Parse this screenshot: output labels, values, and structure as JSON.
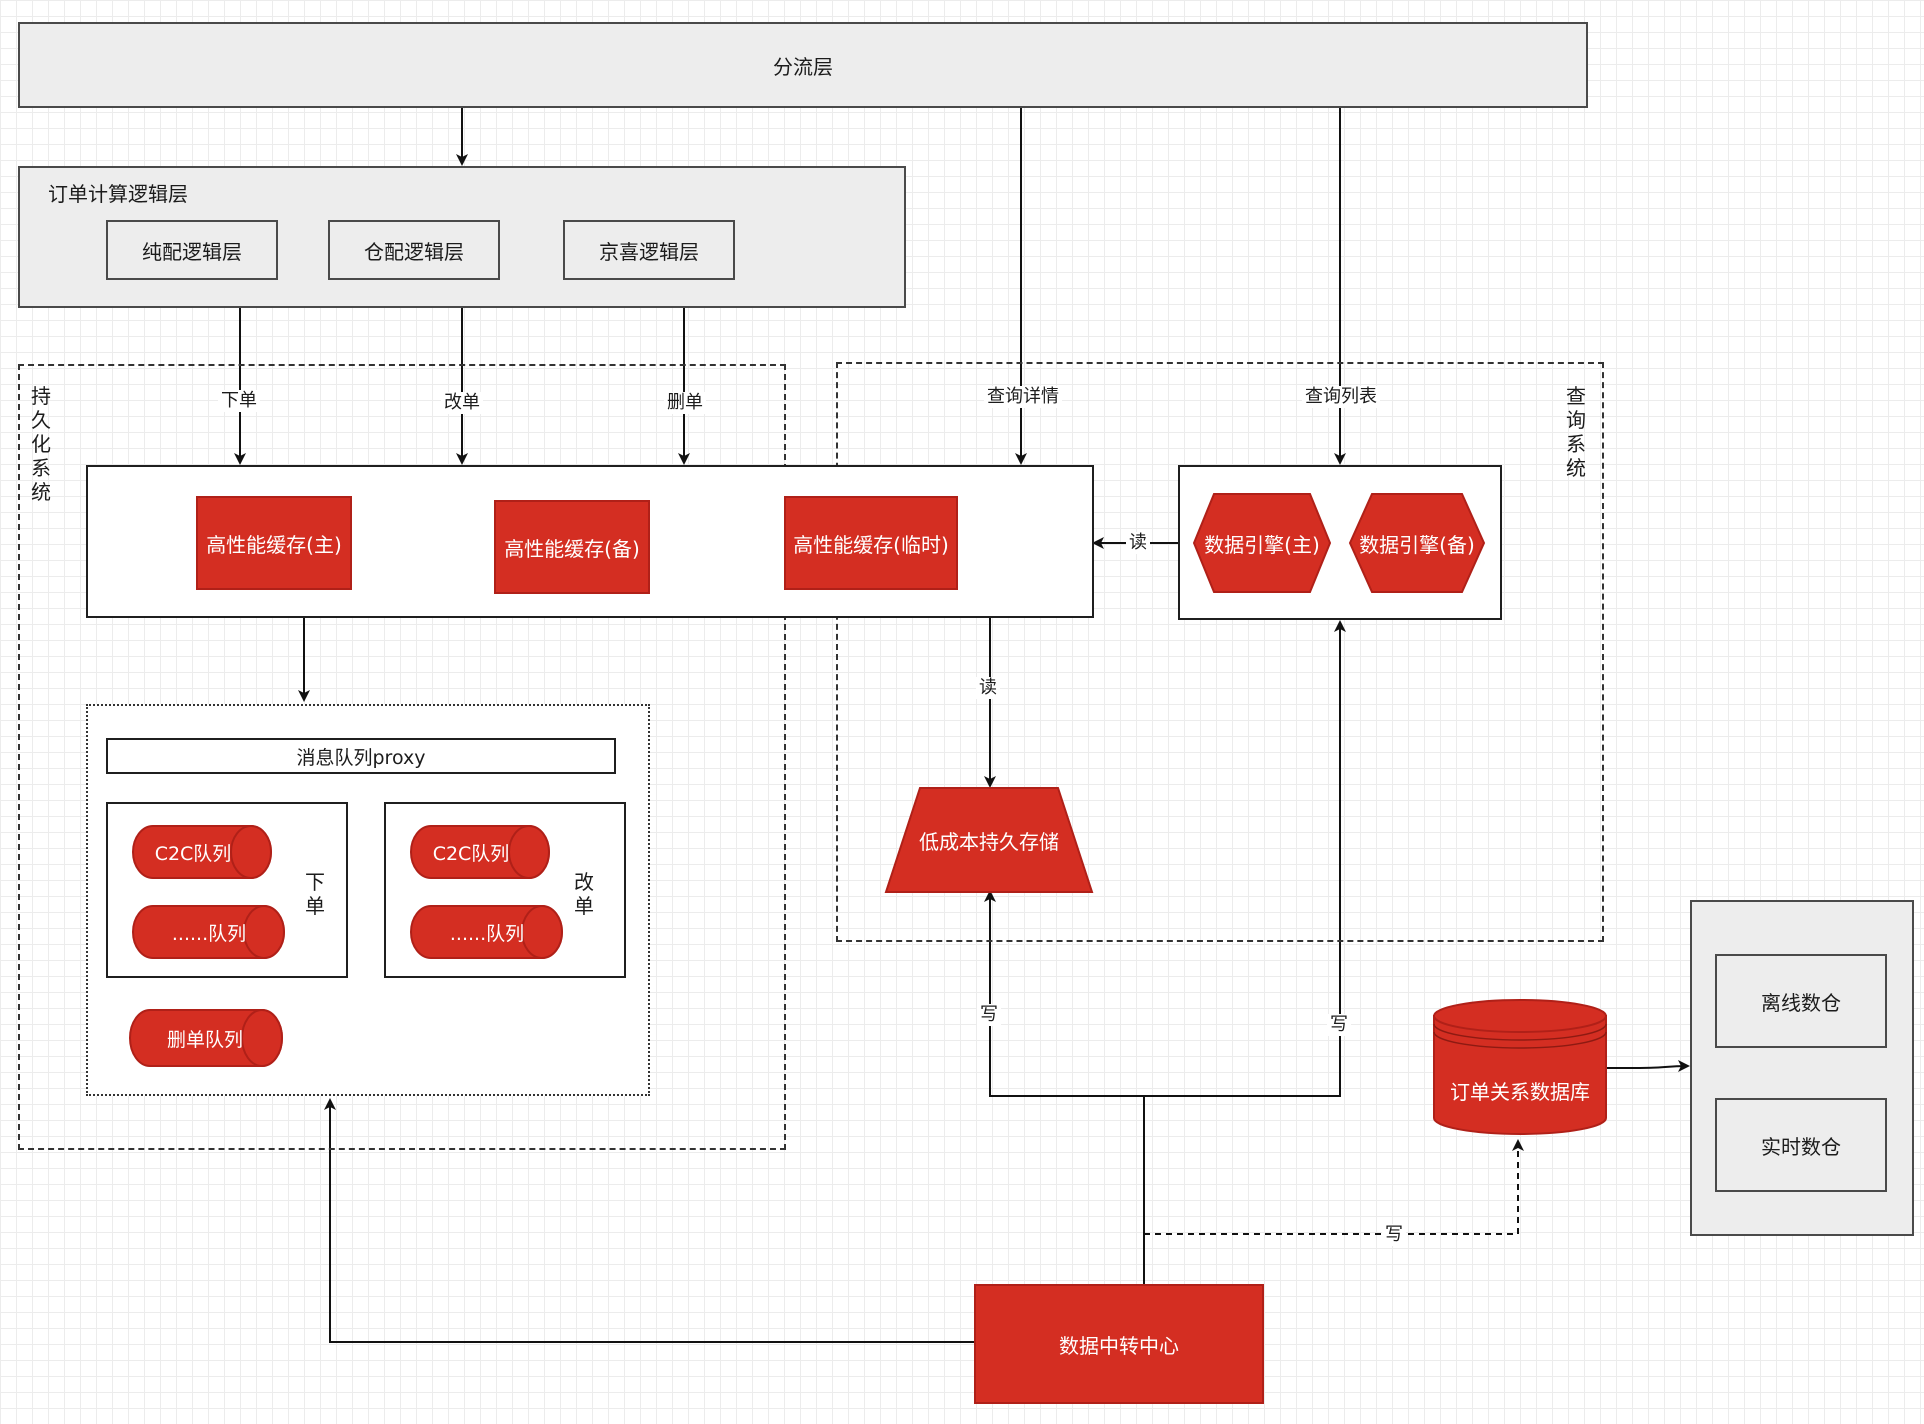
{
  "layers": {
    "dispatch": "分流层",
    "order_logic": "订单计算逻辑层",
    "logic_items": [
      "纯配逻辑层",
      "仓配逻辑层",
      "京喜逻辑层"
    ]
  },
  "persistence": {
    "title": "持久化系统",
    "caches": [
      "高性能缓存(主)",
      "高性能缓存(备)",
      "高性能缓存(临时)"
    ],
    "mq_proxy": "消息队列proxy",
    "queue_group_a": {
      "items": [
        "C2C队列",
        "......队列"
      ],
      "label": "下单"
    },
    "queue_group_b": {
      "items": [
        "C2C队列",
        "......队列"
      ],
      "label": "改单"
    },
    "delete_queue": "删单队列"
  },
  "query": {
    "title": "查询系统",
    "engines": [
      "数据引擎(主)",
      "数据引擎(备)"
    ],
    "low_cost_storage": "低成本持久存储"
  },
  "edges": {
    "place_order": "下单",
    "modify_order": "改单",
    "delete_order": "删单",
    "query_detail": "查询详情",
    "query_list": "查询列表",
    "read_left": "读",
    "read_down": "读",
    "write_storage": "写",
    "write_engine": "写",
    "write_db": "写"
  },
  "transit_center": "数据中转中心",
  "relation_db": "订单关系数据库",
  "warehouse": {
    "offline": "离线数仓",
    "realtime": "实时数仓"
  }
}
